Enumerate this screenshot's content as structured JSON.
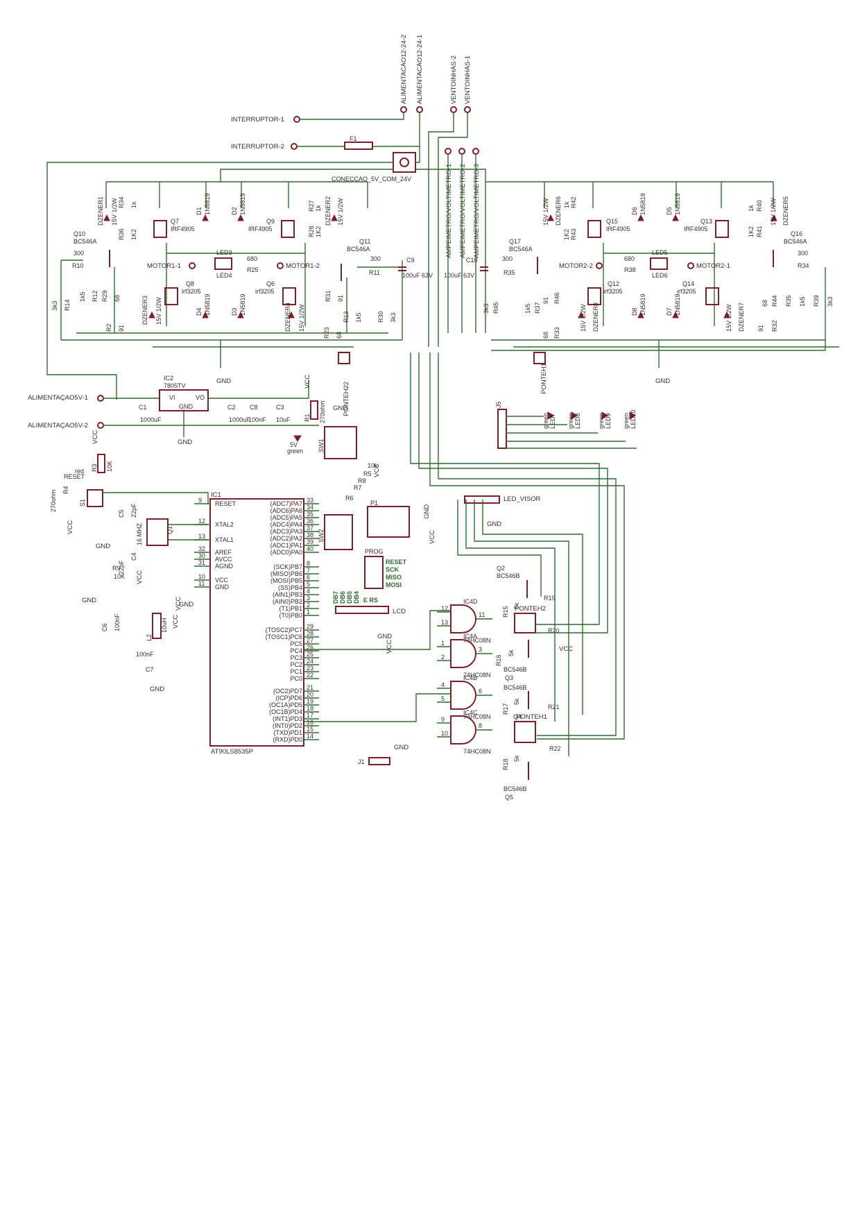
{
  "colors": {
    "wire": "#2e6b2e",
    "symbol": "#7a1e2a",
    "text": "#3a2a2a",
    "background": "#ffffff"
  },
  "connectors_top": [
    "ALIMENTACAO12-24-2",
    "ALIMENTACAO12-24-1",
    "VENTOINHAS-2",
    "VENTOINHAS-1"
  ],
  "interrupter_1": "INTERRUPTOR-1",
  "interrupter_2": "INTERRUPTOR-2",
  "fuse": "F1",
  "conn_5v_24v": "CONECCAO_5V_COM_24V",
  "amp_volt": [
    "AMPEIMETRO/VOLTIMETRO-1",
    "AMPEIMETRO/VOLTIMETRO-2",
    "AMPEIMETRO/VOLTIMETRO-3"
  ],
  "motor_labels": [
    "MOTOR1-1",
    "MOTOR1-2",
    "MOTOR2-2",
    "MOTOR2-1"
  ],
  "cap_c9": [
    "C9",
    "100uF 63V"
  ],
  "cap_c10": [
    "C10",
    "100uF 63V"
  ],
  "left_bridge": {
    "q7": [
      "Q7",
      "IRF4905"
    ],
    "q9": [
      "Q9",
      "IRF4905"
    ],
    "q8": [
      "Q8",
      "irf3205"
    ],
    "q6": [
      "Q6",
      "irf3205"
    ],
    "q10": [
      "Q10",
      "BC546A"
    ],
    "q11": [
      "Q11",
      "BC546A"
    ],
    "diodes": [
      "D1",
      "1N5819",
      "D2",
      "1N5819",
      "D4",
      "1N5819",
      "D3",
      "1N5819"
    ],
    "zeners": [
      "DZENER1",
      "15V 1/2W",
      "DZENER2",
      "15V 1/2W",
      "DZENER3",
      "15V 1/2W",
      "DZENER4",
      "15V 1/2W"
    ],
    "leds": [
      "LED3",
      "LED4"
    ],
    "resistors": [
      "R34",
      "1k",
      "R36",
      "1K2",
      "R27",
      "1k",
      "R28",
      "1K2",
      "R25",
      "680",
      "R10",
      "300",
      "R11",
      "300",
      "R12",
      "1k5",
      "R29",
      "68",
      "R2",
      "91",
      "R14",
      "3k3",
      "R31",
      "91",
      "R13",
      "1k5",
      "R30",
      "3k3",
      "R23",
      "68"
    ]
  },
  "right_bridge": {
    "q15": [
      "Q15",
      "IRF4905"
    ],
    "q13": [
      "Q13",
      "IRF4905"
    ],
    "q12": [
      "Q12",
      "irf3205"
    ],
    "q14": [
      "Q14",
      "irf3205"
    ],
    "q17": [
      "Q17",
      "BC546A"
    ],
    "q16": [
      "Q16",
      "BC546A"
    ],
    "diodes": [
      "D6",
      "1N5819",
      "D5",
      "1N5819",
      "D8",
      "1N5819",
      "D7",
      "1N5819"
    ],
    "zeners": [
      "DZENER6",
      "15V 1/2W",
      "DZENER5",
      "15V 1/2W",
      "DZENER8",
      "15V 1/2W",
      "DZENER7",
      "15V 1/2W"
    ],
    "leds": [
      "LED5",
      "LED6"
    ],
    "resistors": [
      "R42",
      "1k",
      "R43",
      "1K2",
      "R40",
      "1k",
      "R41",
      "1K2",
      "R38",
      "680",
      "R35",
      "300",
      "R34",
      "300",
      "R37",
      "1k5",
      "R46",
      "91",
      "R33",
      "68",
      "R45",
      "3k3",
      "R44",
      "68",
      "R35",
      "1k5",
      "R39",
      "3k3",
      "R32",
      "91"
    ]
  },
  "gnd": "GND",
  "vcc": "VCC",
  "ponteh1": "PONTEH1",
  "ponteh2": "PONTEH2",
  "ponteh22": "PONTEH22",
  "psu": {
    "in1": "ALIMENTAÇAO5V-1",
    "in2": "ALIMENTAÇAO5V-2",
    "ic2": [
      "IC2",
      "7805TV"
    ],
    "vi": "VI",
    "vo": "VO",
    "caps": [
      "C1",
      "1000uF",
      "C2",
      "1000uF",
      "C8",
      "100nF",
      "C3",
      "10uF"
    ],
    "r1": [
      "R1",
      "270ohm"
    ],
    "led": [
      "5V",
      "green"
    ]
  },
  "mcu": {
    "name": "IC1",
    "part": "AT90LS8535P",
    "left_pins": [
      [
        "9",
        "RESET"
      ],
      [
        "12",
        "XTAL2"
      ],
      [
        "13",
        "XTAL1"
      ],
      [
        "32",
        "AREF"
      ],
      [
        "30",
        "AVCC"
      ],
      [
        "31",
        "AGND"
      ],
      [
        "10",
        "VCC"
      ],
      [
        "11",
        "GND"
      ]
    ],
    "right_pins": [
      [
        "33",
        "(ADC7)PA7"
      ],
      [
        "34",
        "(ADC6)PA6"
      ],
      [
        "35",
        "(ADC5)PA5"
      ],
      [
        "36",
        "(ADC4)PA4"
      ],
      [
        "37",
        "(ADC3)PA3"
      ],
      [
        "38",
        "(ADC2)PA2"
      ],
      [
        "39",
        "(ADC1)PA1"
      ],
      [
        "40",
        "(ADC0)PA0"
      ],
      [
        "8",
        "(SCK)PB7"
      ],
      [
        "7",
        "(MISO)PB6"
      ],
      [
        "6",
        "(MOSI)PB5"
      ],
      [
        "5",
        "(SS)PB4"
      ],
      [
        "4",
        "(AIN1)PB3"
      ],
      [
        "3",
        "(AIN0)PB2"
      ],
      [
        "2",
        "(T1)PB1"
      ],
      [
        "1",
        "(T0)PB0"
      ],
      [
        "29",
        "(TOSC2)PC7"
      ],
      [
        "28",
        "(TOSC1)PC6"
      ],
      [
        "27",
        "PC5"
      ],
      [
        "26",
        "PC4"
      ],
      [
        "25",
        "PC3"
      ],
      [
        "24",
        "PC2"
      ],
      [
        "23",
        "PC1"
      ],
      [
        "22",
        "PC0"
      ],
      [
        "21",
        "(OC2)PD7"
      ],
      [
        "20",
        "(ICP)PD6"
      ],
      [
        "19",
        "(OC1A)PD5"
      ],
      [
        "18",
        "(OC1B)PD4"
      ],
      [
        "17",
        "(INT1)PD3"
      ],
      [
        "16",
        "(INT0)PD2"
      ],
      [
        "15",
        "(TXD)PD1"
      ],
      [
        "14",
        "(RXD)PD0"
      ]
    ]
  },
  "reset": {
    "s1": "S1",
    "label": "RESET",
    "led": "red",
    "r3": [
      "R3",
      "10K"
    ],
    "r4": [
      "R4",
      "270ohm"
    ]
  },
  "crystal": {
    "q1": "Q1",
    "freq": "16 MHZ",
    "c5": [
      "C5",
      "22pF"
    ],
    "c4": [
      "C4",
      "22pF"
    ]
  },
  "analog": {
    "r9": [
      "R9",
      "10K"
    ],
    "c6": [
      "C6",
      "100nF"
    ],
    "l2": [
      "L2",
      "10uH"
    ],
    "c7": [
      "C7",
      "100nF"
    ]
  },
  "switches": {
    "sw1": "SW1",
    "sw2": "SW2",
    "r5": [
      "R5",
      "10k"
    ],
    "r6": "R6",
    "r7": "R7",
    "r8": "R8"
  },
  "p1": "P1",
  "prog": {
    "name": "PROG",
    "pins": [
      "RESET",
      "SCK",
      "MISO",
      "MOSI"
    ]
  },
  "lcd": {
    "name": "LCD",
    "pins": [
      "DB7",
      "DB6",
      "DB5",
      "DB4"
    ],
    "ers": "E RS"
  },
  "j1": "J1",
  "j5": "J5",
  "status_leds": [
    "LED7",
    "LED8",
    "LED9",
    "LED10"
  ],
  "status_led_colors": [
    "green",
    "green",
    "green",
    "green"
  ],
  "led_visor": "LED_VISOR",
  "gates": [
    {
      "name": "IC4D",
      "pins": [
        "12",
        "13",
        "11"
      ]
    },
    {
      "name": "IC4A",
      "pins": [
        "1",
        "2",
        "3"
      ]
    },
    {
      "name": "IC4B",
      "pins": [
        "4",
        "5",
        "6"
      ]
    },
    {
      "name": "IC4C",
      "pins": [
        "9",
        "10",
        "8"
      ]
    }
  ],
  "gate_part": "74HC08N",
  "drivers": {
    "q2": [
      "Q2",
      "BC546B"
    ],
    "q3": [
      "Q3",
      "BC546B"
    ],
    "q4": [
      "Q4",
      "BC546B"
    ],
    "q5": [
      "Q5",
      "BC546B"
    ],
    "resistors": [
      "R15",
      "5k",
      "R16",
      "5k",
      "R17",
      "5k",
      "R18",
      "5k",
      "R19",
      "R20",
      "R21",
      "R22"
    ]
  }
}
